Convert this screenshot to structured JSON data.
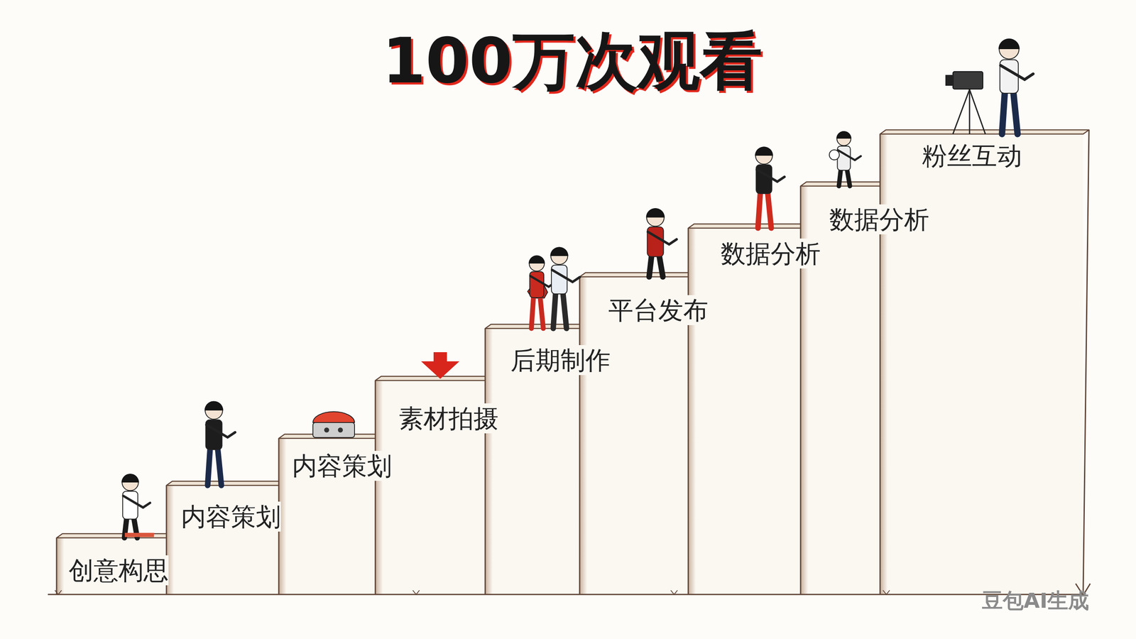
{
  "diagram": {
    "title": "100万次观看",
    "nodes": [
      {
        "text": [
          "创意构思"
        ]
      },
      {
        "text": [
          "内容策划"
        ]
      },
      {
        "text": [
          "内容策划"
        ]
      },
      {
        "text": [
          "素材拍摄"
        ]
      },
      {
        "text": [
          "后期制作"
        ]
      },
      {
        "text": [
          "平台发布"
        ]
      },
      {
        "text": [
          "数据分析"
        ]
      },
      {
        "text": [
          "数据分析"
        ]
      },
      {
        "text": [
          "粉丝互动"
        ]
      }
    ],
    "labels": [
      "豆包AI生成"
    ]
  }
}
